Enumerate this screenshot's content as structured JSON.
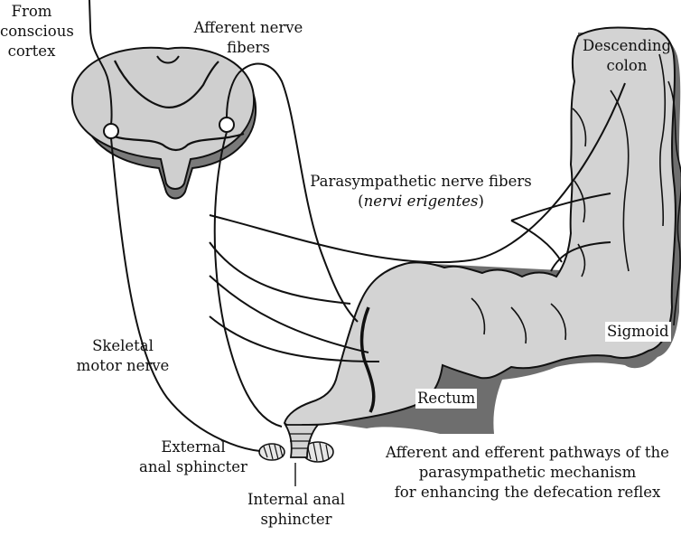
{
  "labels": {
    "from_cortex": [
      "From",
      "conscious",
      "cortex"
    ],
    "afferent_fibers": [
      "Afferent nerve",
      "fibers"
    ],
    "descending_colon": [
      "Descending",
      "colon"
    ],
    "parasympathetic": [
      "Parasympathetic nerve fibers",
      "nervi erigentes"
    ],
    "sigmoid": "Sigmoid",
    "skeletal_motor": [
      "Skeletal",
      "motor nerve"
    ],
    "rectum": "Rectum",
    "external_sphincter": [
      "External",
      "anal sphincter"
    ],
    "internal_sphincter": [
      "Internal anal",
      "sphincter"
    ],
    "caption": [
      "Afferent and efferent pathways of the",
      "parasympathetic mechanism",
      "for enhancing the defecation reflex"
    ]
  },
  "colors": {
    "organ_fill": "#d3d3d3",
    "cord_fill": "#cfcfcf",
    "shadow": "#6e6e6e",
    "stroke": "#111111"
  }
}
